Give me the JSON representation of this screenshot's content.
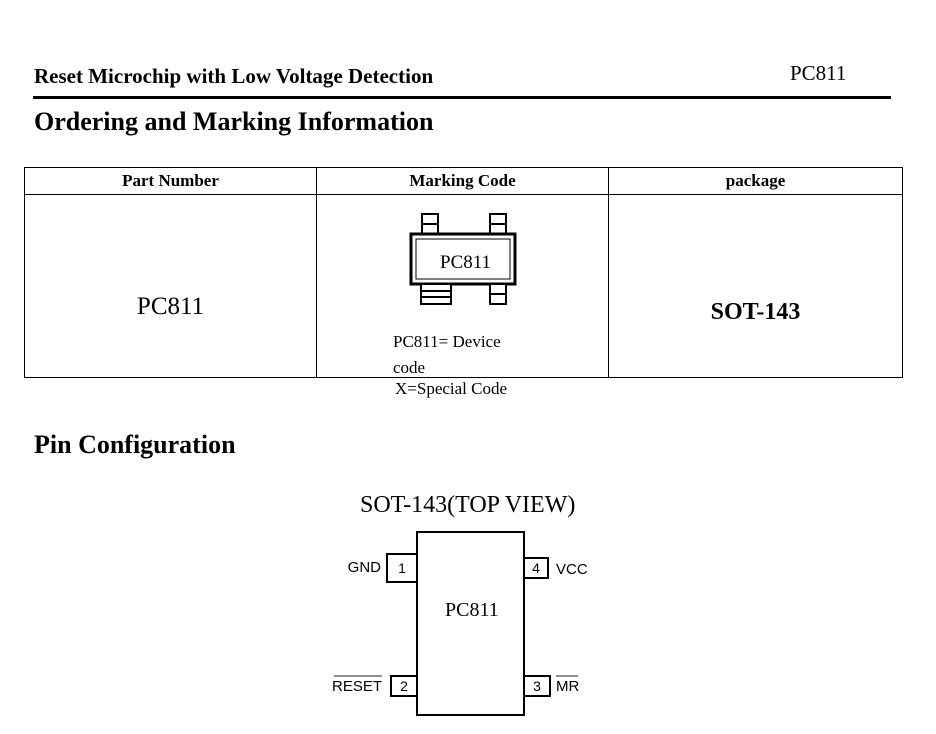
{
  "header": {
    "title": "Reset Microchip with Low Voltage Detection",
    "part": "PC811"
  },
  "ordering": {
    "title": "Ordering and Marking Information",
    "columns": [
      "Part Number",
      "Marking Code",
      "package"
    ],
    "part_number": "PC811",
    "marking_text": "PC811",
    "device_code_note": "PC811= Device code",
    "special_code_note": "X=Special Code",
    "package": "SOT-143"
  },
  "pin_config": {
    "title": "Pin Configuration",
    "diagram_title": "SOT-143(TOP VIEW)",
    "chip_label": "PC811",
    "pins": [
      {
        "number": "1",
        "name": "GND"
      },
      {
        "number": "2",
        "name": "RESET"
      },
      {
        "number": "3",
        "name": "MR"
      },
      {
        "number": "4",
        "name": "VCC"
      }
    ]
  }
}
